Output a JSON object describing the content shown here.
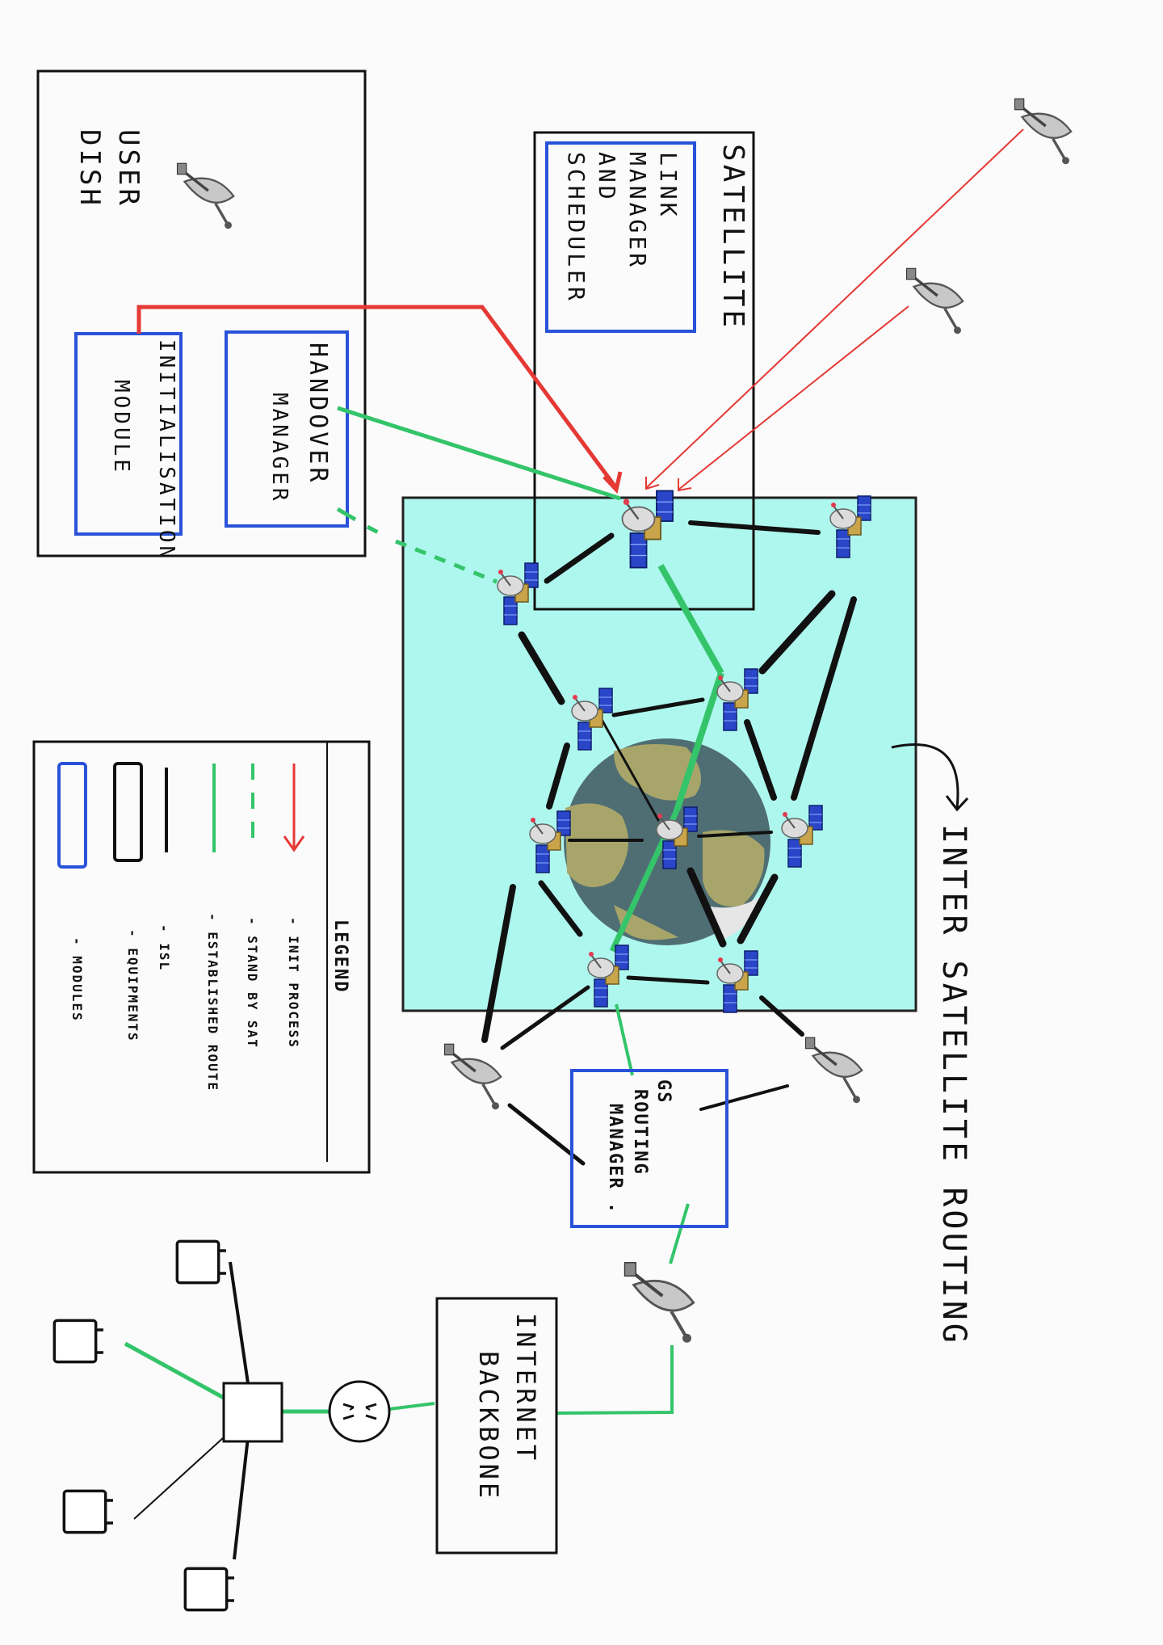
{
  "labels": {
    "user_dish": [
      "USER",
      "DISH"
    ],
    "initialisation_module": [
      "INITIALISATION",
      "MODULE"
    ],
    "handover_manager": [
      "HANDOVER",
      "MANAGER"
    ],
    "satellite": "SATELLITE",
    "link_manager": [
      "LINK",
      "MANAGER",
      "AND",
      "SCHEDULER"
    ],
    "inter_satellite_routing": "INTER SATELLITE ROUTING",
    "gs_routing_manager": [
      "GS",
      "ROUTING",
      "MANAGER ."
    ],
    "internet_backbone": [
      "INTERNET",
      "BACKBONE"
    ]
  },
  "legend": {
    "title": "LEGEND",
    "items": [
      {
        "label": "- INIT PROCESS",
        "symbol": "red-arrow"
      },
      {
        "label": "- STAND BY SAT",
        "symbol": "green-dashed"
      },
      {
        "label": "- ESTABLISHED ROUTE",
        "symbol": "green-line"
      },
      {
        "label": "- ISL",
        "symbol": "black-line"
      },
      {
        "label": "- EQUIPMENTS",
        "symbol": "black-box"
      },
      {
        "label": "- MODULES",
        "symbol": "blue-box"
      }
    ]
  },
  "colors": {
    "init_process": "#e53935",
    "route": "#34c46a",
    "isl": "#111111",
    "module_border": "#2952d9",
    "equipment_border": "#111111",
    "constellation_bg": "#aef7ee",
    "earth_ocean": "#4f6e74",
    "earth_land": "#a8a56a"
  },
  "icons": [
    "satellite-icon",
    "dish-icon",
    "router-icon",
    "computer-icon",
    "switch-icon"
  ]
}
